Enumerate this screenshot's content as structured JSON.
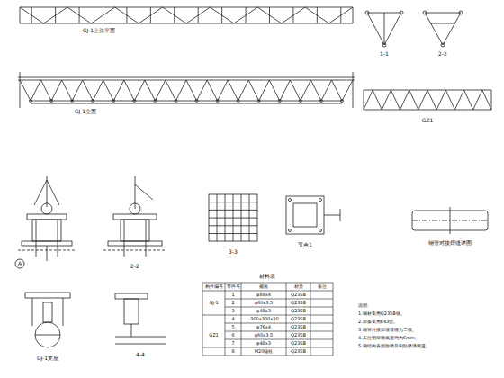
{
  "diagram": {
    "nodes": [],
    "edges": [],
    "labels": [
      "GJ-1上弦平面",
      "GJ-1立面",
      "1-1",
      "2-2",
      "GZ1",
      "A",
      "2-2",
      "3-3",
      "节点1",
      "钢管对接焊缝详图",
      "GJ-1支座",
      "4-4",
      "材料表",
      "构件编号",
      "零件号",
      "规格",
      "材质",
      "备注",
      "GJ-1",
      "GZ1",
      "1",
      "φ89x4",
      "Q235B",
      "2",
      "φ60x3.5",
      "Q235B",
      "3",
      "φ48x3",
      "Q235B",
      "4",
      "-300x300x20",
      "Q235B",
      "5",
      "φ76x4",
      "Q235B",
      "6",
      "φ60x3.5",
      "Q235B",
      "7",
      "φ48x3",
      "Q235B",
      "8",
      "M20锚栓",
      "Q235B",
      "说明:",
      "1.钢材采用Q235B钢。",
      "2.焊条采用E43型。",
      "3.钢管对接焊缝等级为二级。",
      "4.未注明焊缝高度均为6mm。",
      "5.钢结构表面除锈后刷防锈漆两道。"
    ]
  }
}
